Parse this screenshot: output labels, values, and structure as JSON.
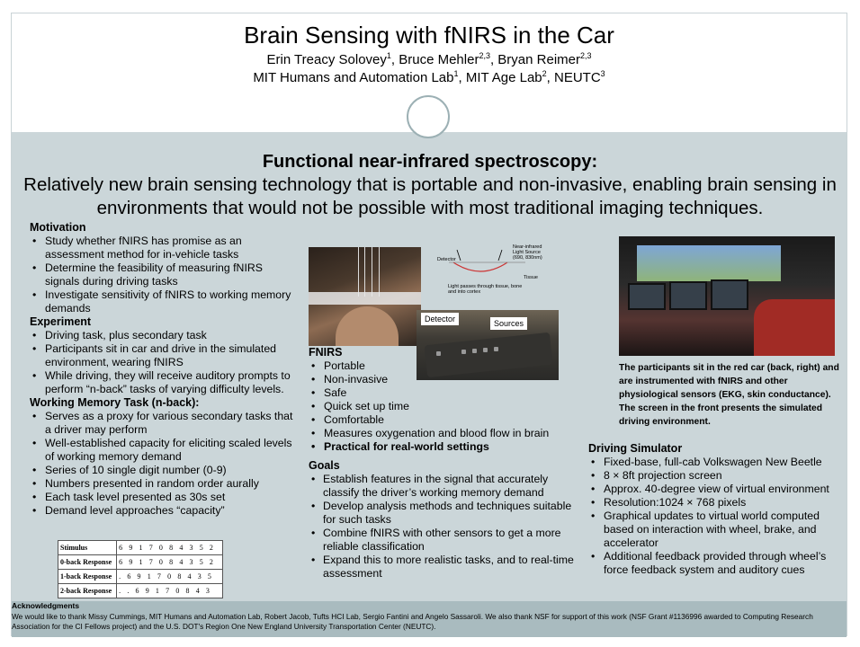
{
  "header": {
    "title": "Brain Sensing with fNIRS in the Car",
    "authors": [
      {
        "name": "Erin Treacy Solovey",
        "sup": "1"
      },
      {
        "name": "Bruce Mehler",
        "sup": "2,3"
      },
      {
        "name": "Bryan Reimer",
        "sup": "2,3"
      }
    ],
    "affiliations": [
      {
        "name": "MIT Humans and Automation Lab",
        "sup": "1"
      },
      {
        "name": "MIT Age Lab",
        "sup": "2"
      },
      {
        "name": "NEUTC",
        "sup": "3"
      }
    ]
  },
  "intro": {
    "headline": "Functional near-infrared spectroscopy:",
    "text": "Relatively new brain sensing technology that is portable and non-invasive, enabling brain sensing in environments that would not be possible with most traditional imaging techniques."
  },
  "motivation": {
    "heading": "Motivation",
    "items": [
      "Study whether fNIRS has promise as an assessment method for in-vehicle tasks",
      "Determine the feasibility of measuring fNIRS signals during driving tasks",
      "Investigate sensitivity of fNIRS to working memory demands"
    ]
  },
  "experiment": {
    "heading": "Experiment",
    "items": [
      "Driving task, plus secondary task",
      "Participants sit in car and drive in the simulated environment, wearing fNIRS",
      "While driving, they will receive auditory prompts to perform “n-back” tasks of varying difficulty levels."
    ]
  },
  "working_memory": {
    "heading": "Working Memory Task (n-back):",
    "items": [
      "Serves as a proxy for various secondary tasks that a driver may perform",
      "Well-established capacity for eliciting scaled levels of working memory demand",
      "Series of 10 single digit number (0-9)",
      "Numbers presented in random order aurally",
      "Each task level presented as 30s set",
      "Demand level approaches “capacity”"
    ]
  },
  "nback_table": {
    "rows": [
      {
        "label": "Stimulus",
        "seq": "6 9 1 7 0 8 4 3 5 2"
      },
      {
        "label": "0-back Response",
        "seq": "6 9 1 7 0 8 4 3 5 2"
      },
      {
        "label": "1-back Response",
        "seq": ". 6 9 1 7 0 8 4 3 5"
      },
      {
        "label": "2-back Response",
        "seq": ". . 6 9 1 7 0 8 4 3"
      }
    ]
  },
  "diagram": {
    "detector": "Detector",
    "source": "Near-infrared Light Source (690, 830nm)",
    "tissue": "Tissue",
    "passes": "Light passes through tissue, bone and into cortex"
  },
  "sensor_photo": {
    "detector_label": "Detector",
    "sources_label": "Sources"
  },
  "fnirs": {
    "heading": "FNIRS",
    "items": [
      "Portable",
      "Non-invasive",
      "Safe",
      "Quick set up time",
      "Comfortable",
      "Measures oxygenation and blood flow in brain"
    ],
    "bold_item": "Practical for real-world settings"
  },
  "goals": {
    "heading": "Goals",
    "items": [
      "Establish features in the signal that accurately classify the driver’s working memory demand",
      "Develop analysis methods and techniques suitable for such tasks",
      "Combine fNIRS with other sensors to get a more reliable classification",
      "Expand this to more realistic tasks, and to real-time assessment"
    ]
  },
  "car_caption": "The participants sit in the red car (back, right) and are instrumented with fNIRS and other physiological sensors (EKG, skin conductance). The screen in the front presents the simulated driving environment.",
  "driving_sim": {
    "heading": "Driving Simulator",
    "items": [
      "Fixed-base, full-cab Volkswagen New Beetle",
      "8 × 8ft projection screen",
      "Approx. 40-degree view of virtual environment",
      "Resolution:1024 × 768 pixels",
      "Graphical updates to virtual world computed based on interaction with wheel, brake, and accelerator",
      "Additional feedback provided through wheel’s force feedback system and auditory cues"
    ]
  },
  "acknowledgments": {
    "heading": "Acknowledgments",
    "text": "We would like to thank Missy Cummings, MIT Humans and Automation Lab, Robert Jacob, Tufts HCI Lab, Sergio Fantini and Angelo Sassaroli. We also thank NSF for support of this work (NSF Grant #1136996 awarded to Computing Research Association for the CI Fellows project) and the U.S. DOT's Region One New England University Transportation Center (NEUTC)."
  }
}
